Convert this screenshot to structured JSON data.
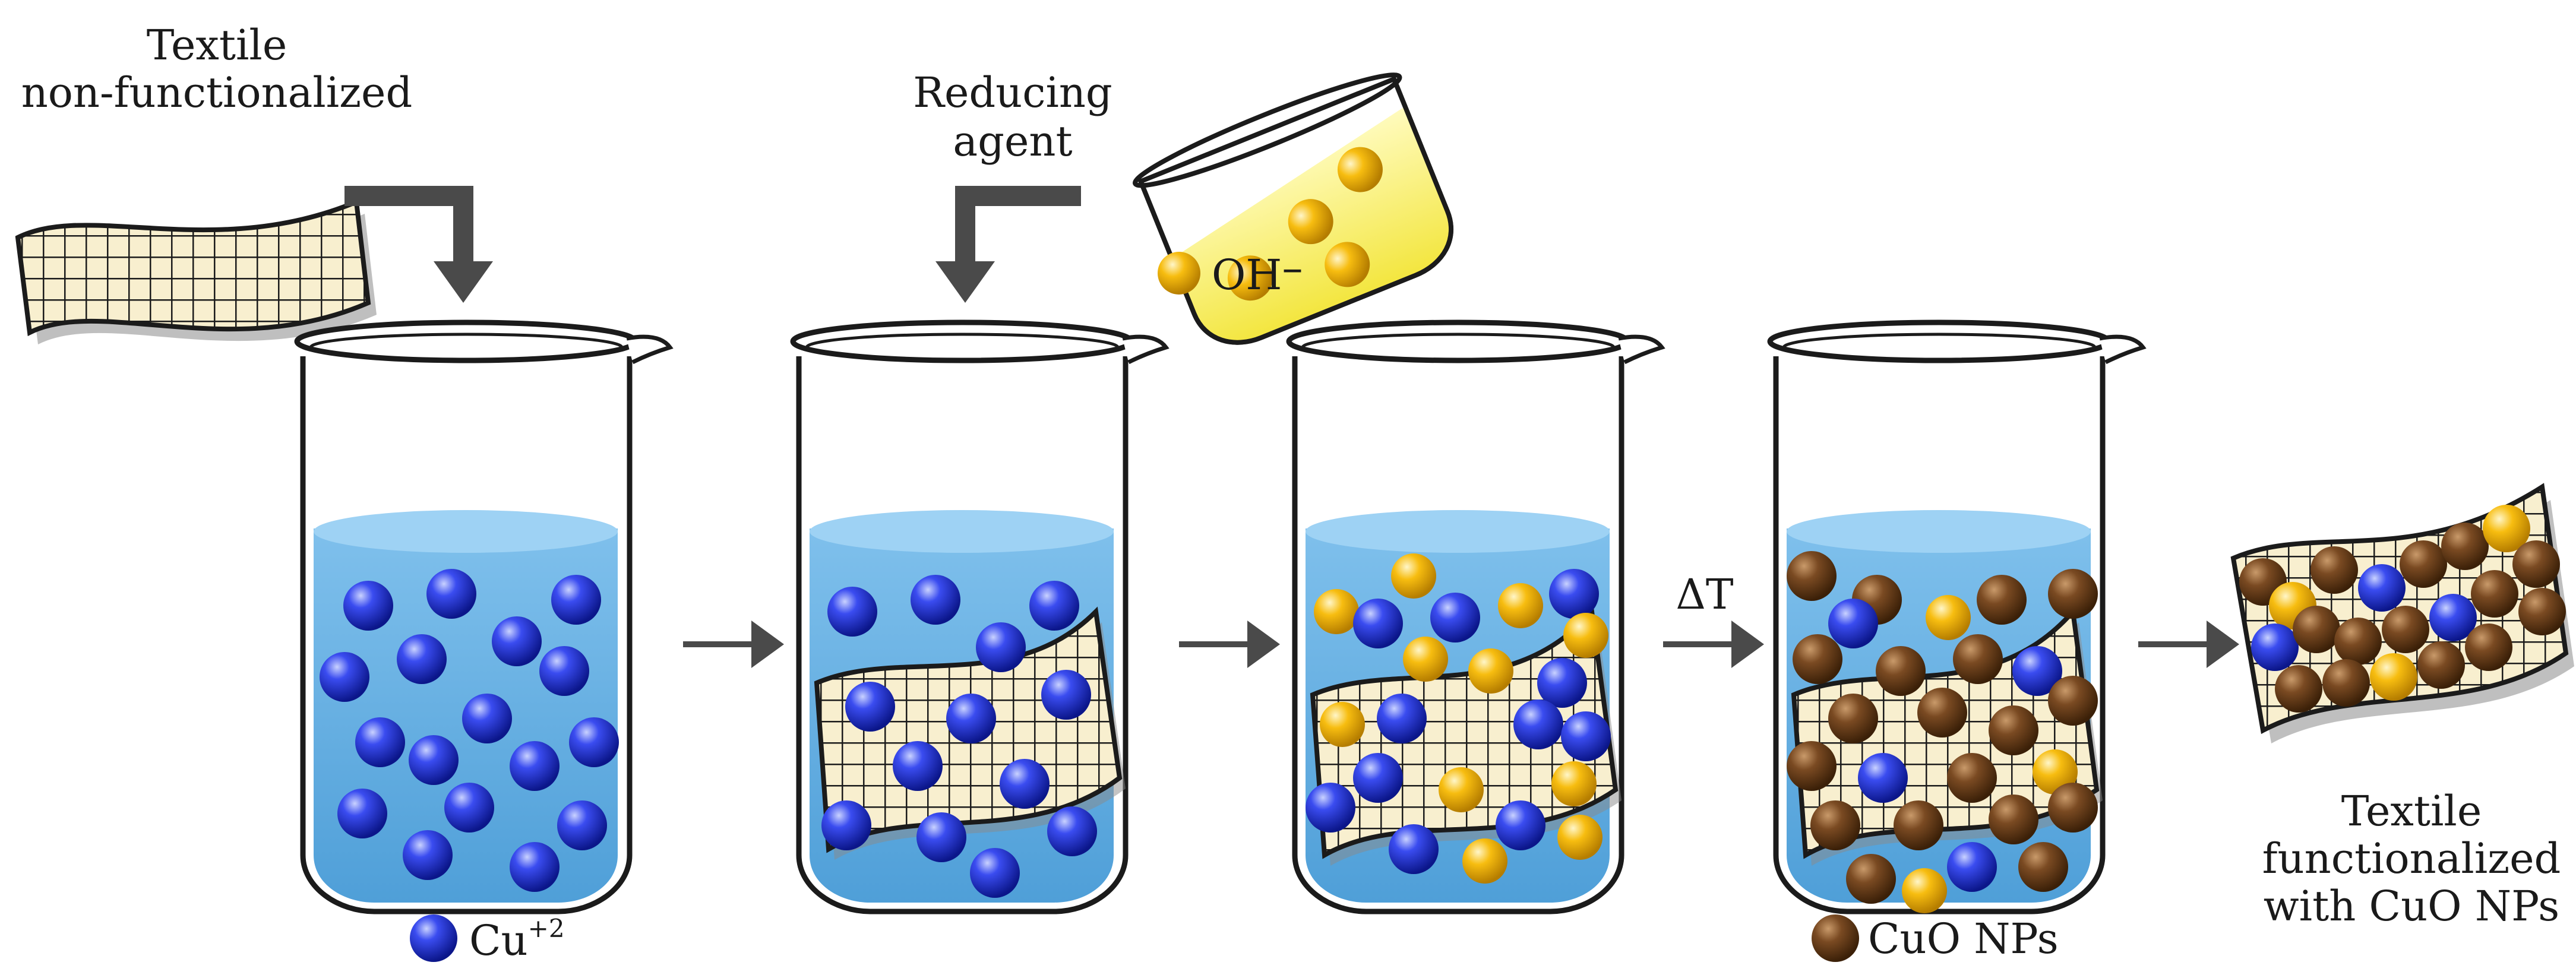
{
  "labels": {
    "textile_input_line1": "Textile",
    "textile_input_line2": "non-functionalized",
    "reducing_line1": "Reducing",
    "reducing_line2": "agent",
    "hydroxide": "OH",
    "hydroxide_charge": "–",
    "copper_ion": "Cu",
    "copper_ion_charge": "+2",
    "heat": "ΔT",
    "cuo_nps": "CuO NPs",
    "textile_output_line1": "Textile",
    "textile_output_line2": "functionalized",
    "textile_output_line3": "with CuO NPs"
  },
  "colors": {
    "liquid": "#6fb6e6",
    "liquid_surface": "#9ed2f4",
    "cu_ion": "#1f2fd6",
    "hydroxide": "#f5b800",
    "cuo_np": "#7a4a22",
    "textile_fill": "#f8efcf",
    "textile_grid": "#1b1b1b",
    "arrow": "#4a4a4a",
    "reducing_solution": "#fbf38c"
  },
  "icons": [
    "beaker-icon",
    "textile-icon",
    "arrow-icon",
    "particle-icon"
  ]
}
